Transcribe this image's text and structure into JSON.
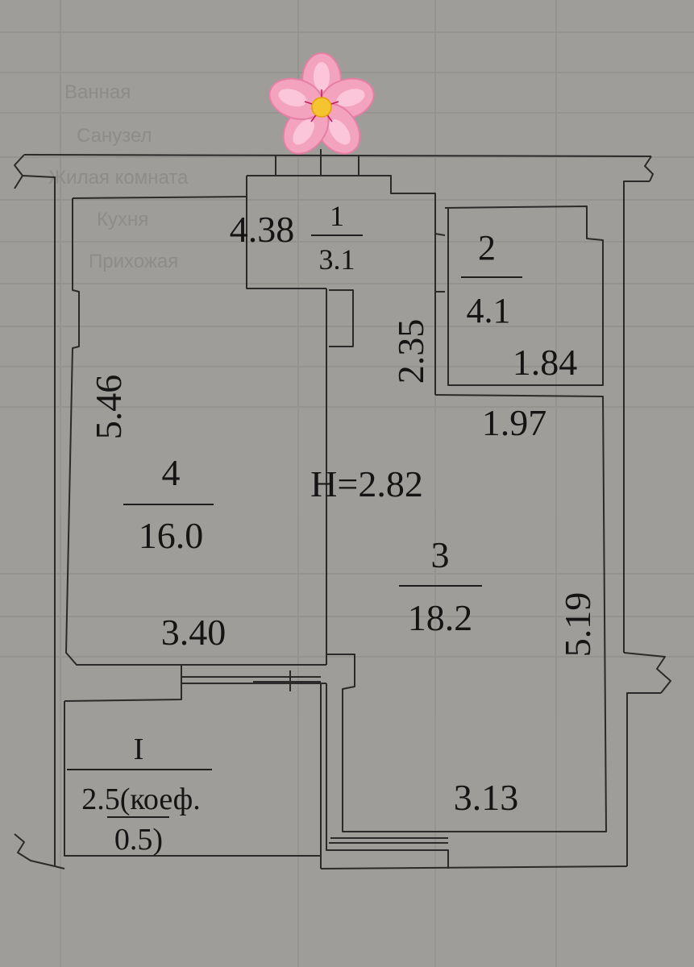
{
  "background_ghost_text": [
    "Ванная",
    "Санузел",
    "Жилая комната",
    "Кухня",
    "Прихожая"
  ],
  "rooms": [
    {
      "id": "1",
      "number": "1",
      "area": "3.1"
    },
    {
      "id": "2",
      "number": "2",
      "area": "4.1"
    },
    {
      "id": "3",
      "number": "3",
      "area": "18.2"
    },
    {
      "id": "4",
      "number": "4",
      "area": "16.0"
    },
    {
      "id": "I",
      "number": "I",
      "area_line1": "2.5(коеф.",
      "area_line2": "0.5)"
    }
  ],
  "dimensions": {
    "room1_width": "4.38",
    "room2_height": "2.35",
    "room2_width": "1.84",
    "room3_top_width": "1.97",
    "room3_height": "5.19",
    "room3_width": "3.13",
    "room4_height": "5.46",
    "room4_width": "3.40"
  },
  "ceiling_height": "H=2.82",
  "decoration": {
    "sticker": "flower-emoji",
    "petal_color": "#f4a3bf",
    "center_color": "#f5c431",
    "wall_color": "#2a2a2a",
    "paper_color": "#9e9d99"
  }
}
